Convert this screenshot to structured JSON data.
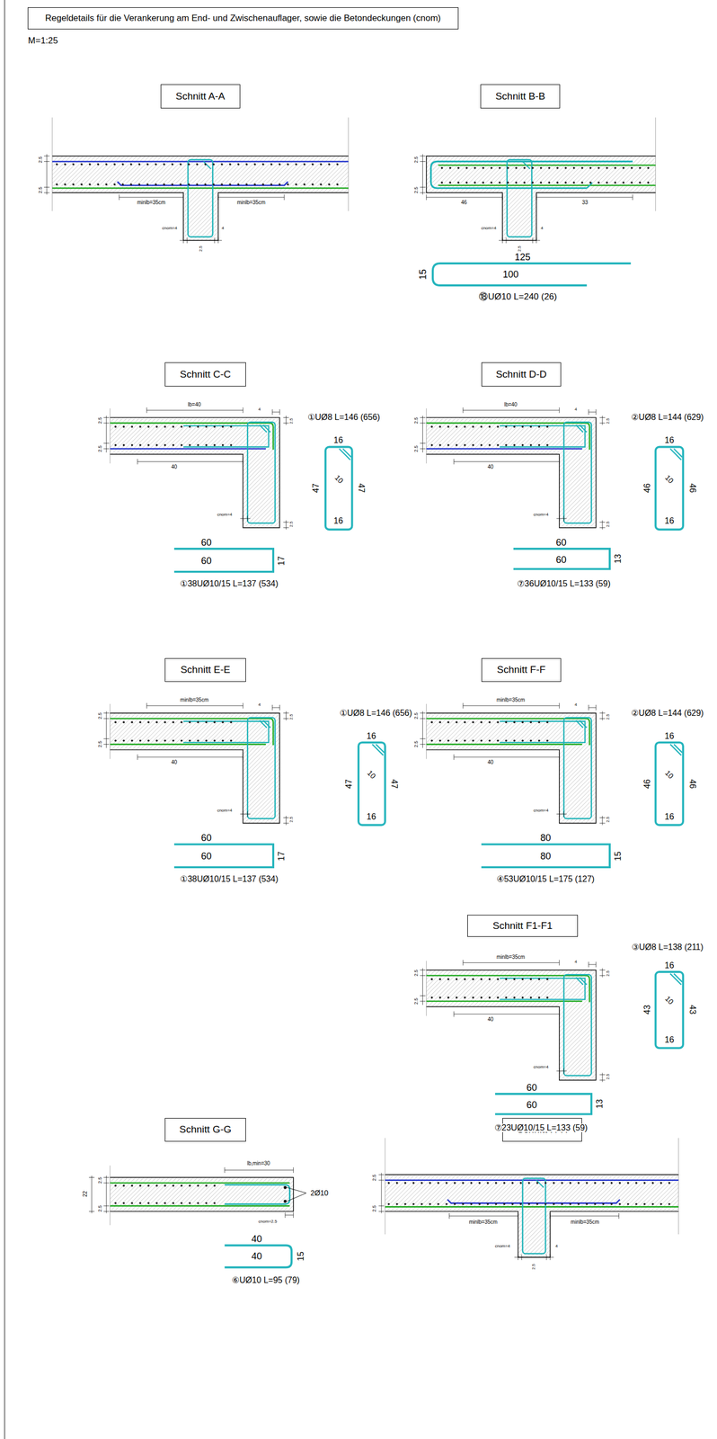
{
  "diagram": {
    "nodes": [
      {
        "text": [
          "Regeldetails für die Verankerung am End- und Zwischenauflager, sowie die Betondeckungen (cnom)"
        ]
      },
      {
        "text": [
          "Schnitt A-A"
        ]
      },
      {
        "text": [
          "Schnitt B-B"
        ]
      },
      {
        "text": [
          "Schnitt C-C"
        ]
      },
      {
        "text": [
          "Schnitt D-D"
        ]
      },
      {
        "text": [
          "Schnitt E-E"
        ]
      },
      {
        "text": [
          "Schnitt F-F"
        ]
      },
      {
        "text": [
          "Schnitt F1-F1"
        ]
      },
      {
        "text": [
          "Schnitt G-G"
        ]
      },
      {
        "text": [
          "Schnitt H-H"
        ]
      }
    ],
    "labels": [
      "M=1:25",
      "2.5",
      "2.5",
      "minlb=35cm",
      "minlb=35cm",
      "cnom=4",
      "4",
      "2.5",
      "2.5",
      "2.5",
      "46",
      "33",
      "cnom=4",
      "4",
      "2.5",
      "125",
      "15",
      "100",
      "⑱UØ10 L=240 (26)",
      "lb=40",
      "2.5",
      "2.5",
      "4",
      "2.5",
      "40",
      "cnom=4",
      "2.5",
      "①UØ8 L=146 (656)",
      "16",
      "47",
      "10",
      "47",
      "16",
      "60",
      "60",
      "17",
      "①38UØ10/15 L=137 (534)",
      "lb=40",
      "2.5",
      "2.5",
      "4",
      "2.5",
      "40",
      "cnom=4",
      "2.5",
      "②UØ8 L=144 (629)",
      "16",
      "46",
      "10",
      "46",
      "16",
      "60",
      "60",
      "13",
      "⑦36UØ10/15 L=133 (59)",
      "minlb=35cm",
      "2.5",
      "2.5",
      "4",
      "2.5",
      "40",
      "cnom=4",
      "2.5",
      "①UØ8 L=146 (656)",
      "16",
      "47",
      "10",
      "47",
      "16",
      "60",
      "60",
      "17",
      "①38UØ10/15 L=137 (534)",
      "minlb=35cm",
      "2.5",
      "2.5",
      "4",
      "2.5",
      "40",
      "cnom=4",
      "2.5",
      "②UØ8 L=144 (629)",
      "16",
      "46",
      "10",
      "46",
      "16",
      "80",
      "80",
      "15",
      "④53UØ10/15 L=175 (127)",
      "③UØ8 L=138 (211)",
      "minlb=35cm",
      "2.5",
      "2.5",
      "4",
      "2.5",
      "40",
      "cnom=4",
      "2.5",
      "16",
      "43",
      "10",
      "43",
      "16",
      "60",
      "60",
      "13",
      "⑦23UØ10/15 L=133 (59)",
      "22",
      "2.5",
      "2.5",
      "lb,min=30",
      "2Ø10",
      "cnom=2.5",
      "40",
      "40",
      "15",
      "⑥UØ10 L=95 (79)",
      "2.5",
      "2.5",
      "minlb=35cm",
      "minlb=35cm",
      "cnom=4",
      "4",
      "2.5"
    ]
  }
}
